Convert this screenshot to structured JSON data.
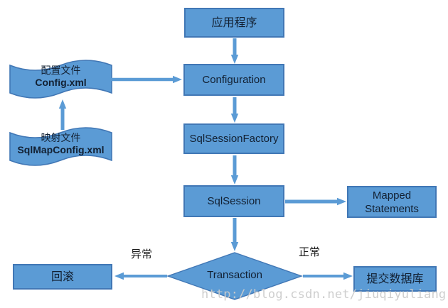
{
  "diagram": {
    "nodes": {
      "application": {
        "label": "应用程序"
      },
      "configuration": {
        "label": "Configuration"
      },
      "sql_session_factory": {
        "label": "SqlSessionFactory"
      },
      "sql_session": {
        "label": "SqlSession"
      },
      "mapped_statements": {
        "label": "Mapped Statements"
      },
      "transaction": {
        "label": "Transaction"
      },
      "rollback": {
        "label": "回滚"
      },
      "commit": {
        "label": "提交数据库"
      },
      "config_file": {
        "title": "配置文件",
        "filename": "Config.xml"
      },
      "mapping_file": {
        "title": "映射文件",
        "filename": "SqlMapConfig.xml"
      }
    },
    "edge_labels": {
      "exception": "异常",
      "normal": "正常"
    },
    "edges": [
      {
        "from": "application",
        "to": "configuration"
      },
      {
        "from": "config_file",
        "to": "configuration"
      },
      {
        "from": "mapping_file",
        "to": "config_file"
      },
      {
        "from": "configuration",
        "to": "sql_session_factory"
      },
      {
        "from": "sql_session_factory",
        "to": "sql_session"
      },
      {
        "from": "sql_session",
        "to": "mapped_statements"
      },
      {
        "from": "sql_session",
        "to": "transaction"
      },
      {
        "from": "transaction",
        "to": "rollback",
        "label": "异常"
      },
      {
        "from": "transaction",
        "to": "commit",
        "label": "正常"
      }
    ],
    "colors": {
      "shape_fill": "#5b9bd5",
      "shape_border": "#4177b5",
      "arrow": "#5b9bd5",
      "text": "#122032",
      "watermark": "#cbcbcb"
    }
  },
  "watermark": {
    "text": "http://blog.csdn.net/jiuqiyuliang"
  }
}
